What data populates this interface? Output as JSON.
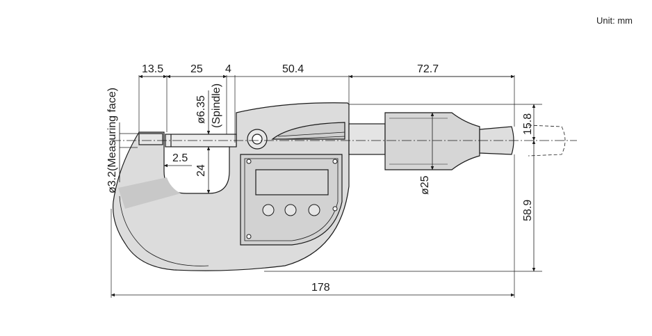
{
  "unit_label": "Unit: mm",
  "dimensions": {
    "d13_5": "13.5",
    "d25": "25",
    "d4": "4",
    "d50_4": "50.4",
    "d72_7": "72.7",
    "d15_8": "15.8",
    "d58_9": "58.9",
    "d178": "178",
    "d2_5": "2.5",
    "d24": "24",
    "spindle_dia": "ø6.35",
    "spindle_label": "(Spindle)",
    "measuring_face": "ø3.2(Measuring face)",
    "thimble_dia": "ø25"
  },
  "colors": {
    "body_fill": "#dcdcdc",
    "body_shade": "#c4c4c4",
    "line": "#1a1a1a",
    "background": "#ffffff"
  }
}
